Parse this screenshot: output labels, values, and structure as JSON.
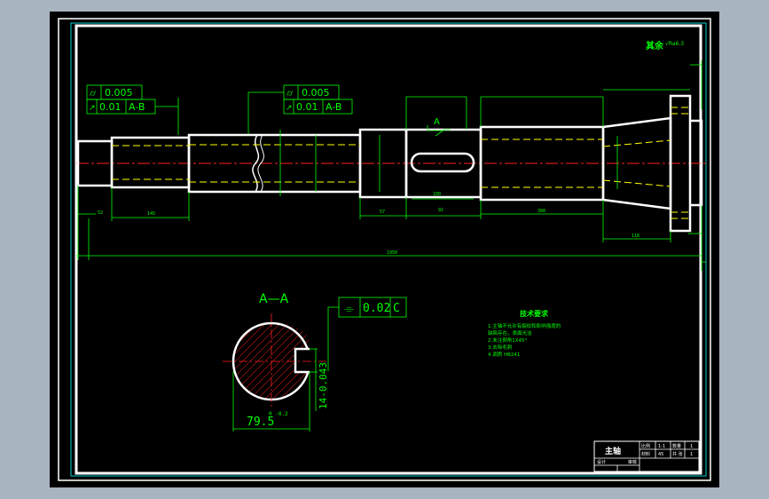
{
  "drawing": {
    "roughness_note": "其余",
    "roughness_symbol": "√Ra6.3",
    "fcf_top_left": {
      "row1_symbol": "⌭",
      "row1_value": "0.005",
      "row2_symbol": "↗",
      "row2_value": "0.01",
      "row2_datum": "A-B"
    },
    "fcf_top_mid": {
      "row1_symbol": "⌭",
      "row1_value": "0.005",
      "row2_symbol": "↗",
      "row2_value": "0.01",
      "row2_datum": "A-B"
    },
    "section_marker": "A",
    "section_view_label": "A—A",
    "section_fcf": {
      "symbol": "⌯",
      "value": "0.02",
      "datum": "C"
    },
    "section_dims": {
      "width": "79.5",
      "width_tol": "0\n-0.2",
      "key": "14-0.043"
    },
    "technical_requirements": {
      "title": "技术要求",
      "items": [
        "1.主轴不允许有裂纹和影响强度的",
        "  缺陷存在，表面光洁",
        "2.未注倒角1X45°",
        "3.去除毛刺",
        "4.调质 HB241"
      ]
    },
    "title_block": {
      "part_name": "主轴",
      "scale_label": "比例",
      "scale_value": "1:1",
      "material_label": "材料",
      "material_value": "45",
      "qty_label": "数量",
      "qty_value": "1",
      "sheet_label": "共 张",
      "sheet_value": "1",
      "designer_label": "设计",
      "reviewer_label": "审核"
    }
  }
}
